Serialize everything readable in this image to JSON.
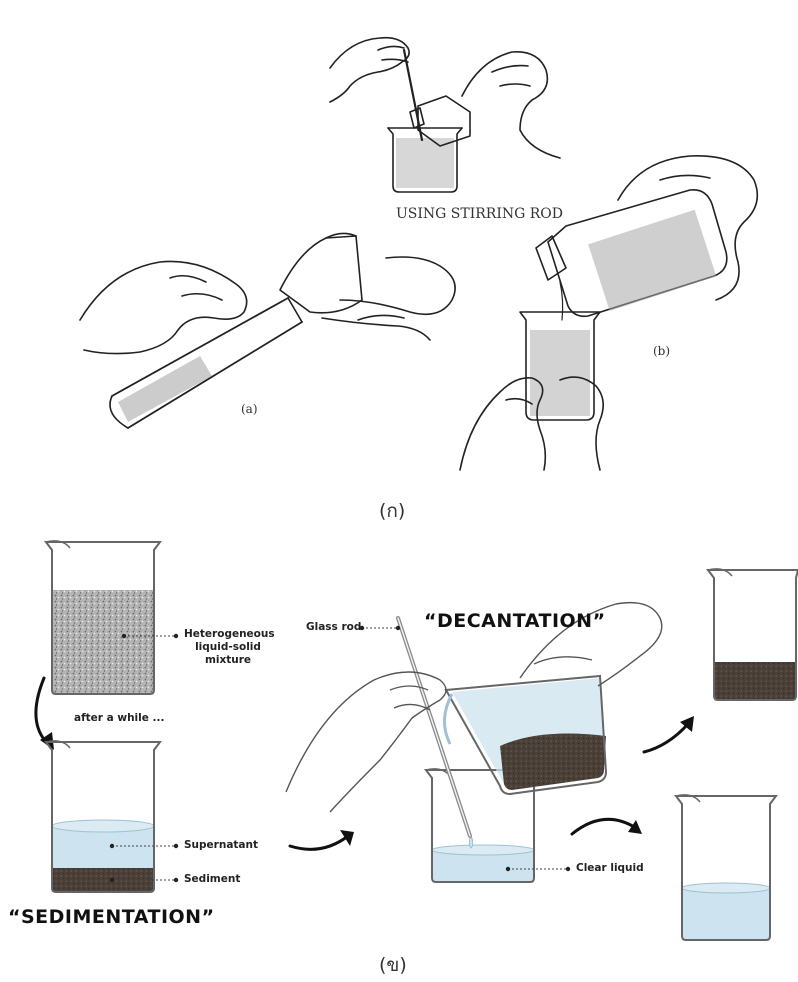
{
  "top_panel": {
    "stirring_caption": "USING STIRRING ROD",
    "label_a": "(a)",
    "label_b": "(b)",
    "caption": "(ก)"
  },
  "bottom_panel": {
    "caption": "(ข)",
    "label_mixture": "Heterogeneous liquid-solid mixture",
    "label_after": "after a while ...",
    "label_supernatant": "Supernatant",
    "label_sediment": "Sediment",
    "title_sedimentation": "“SEDIMENTATION”",
    "title_decantation": "“DECANTATION”",
    "label_glass_rod": "Glass rod",
    "label_clear_liquid": "Clear liquid"
  },
  "colors": {
    "liquid": "#cde3ef",
    "sediment": "#4a4038",
    "line": "#2a2a2a"
  }
}
